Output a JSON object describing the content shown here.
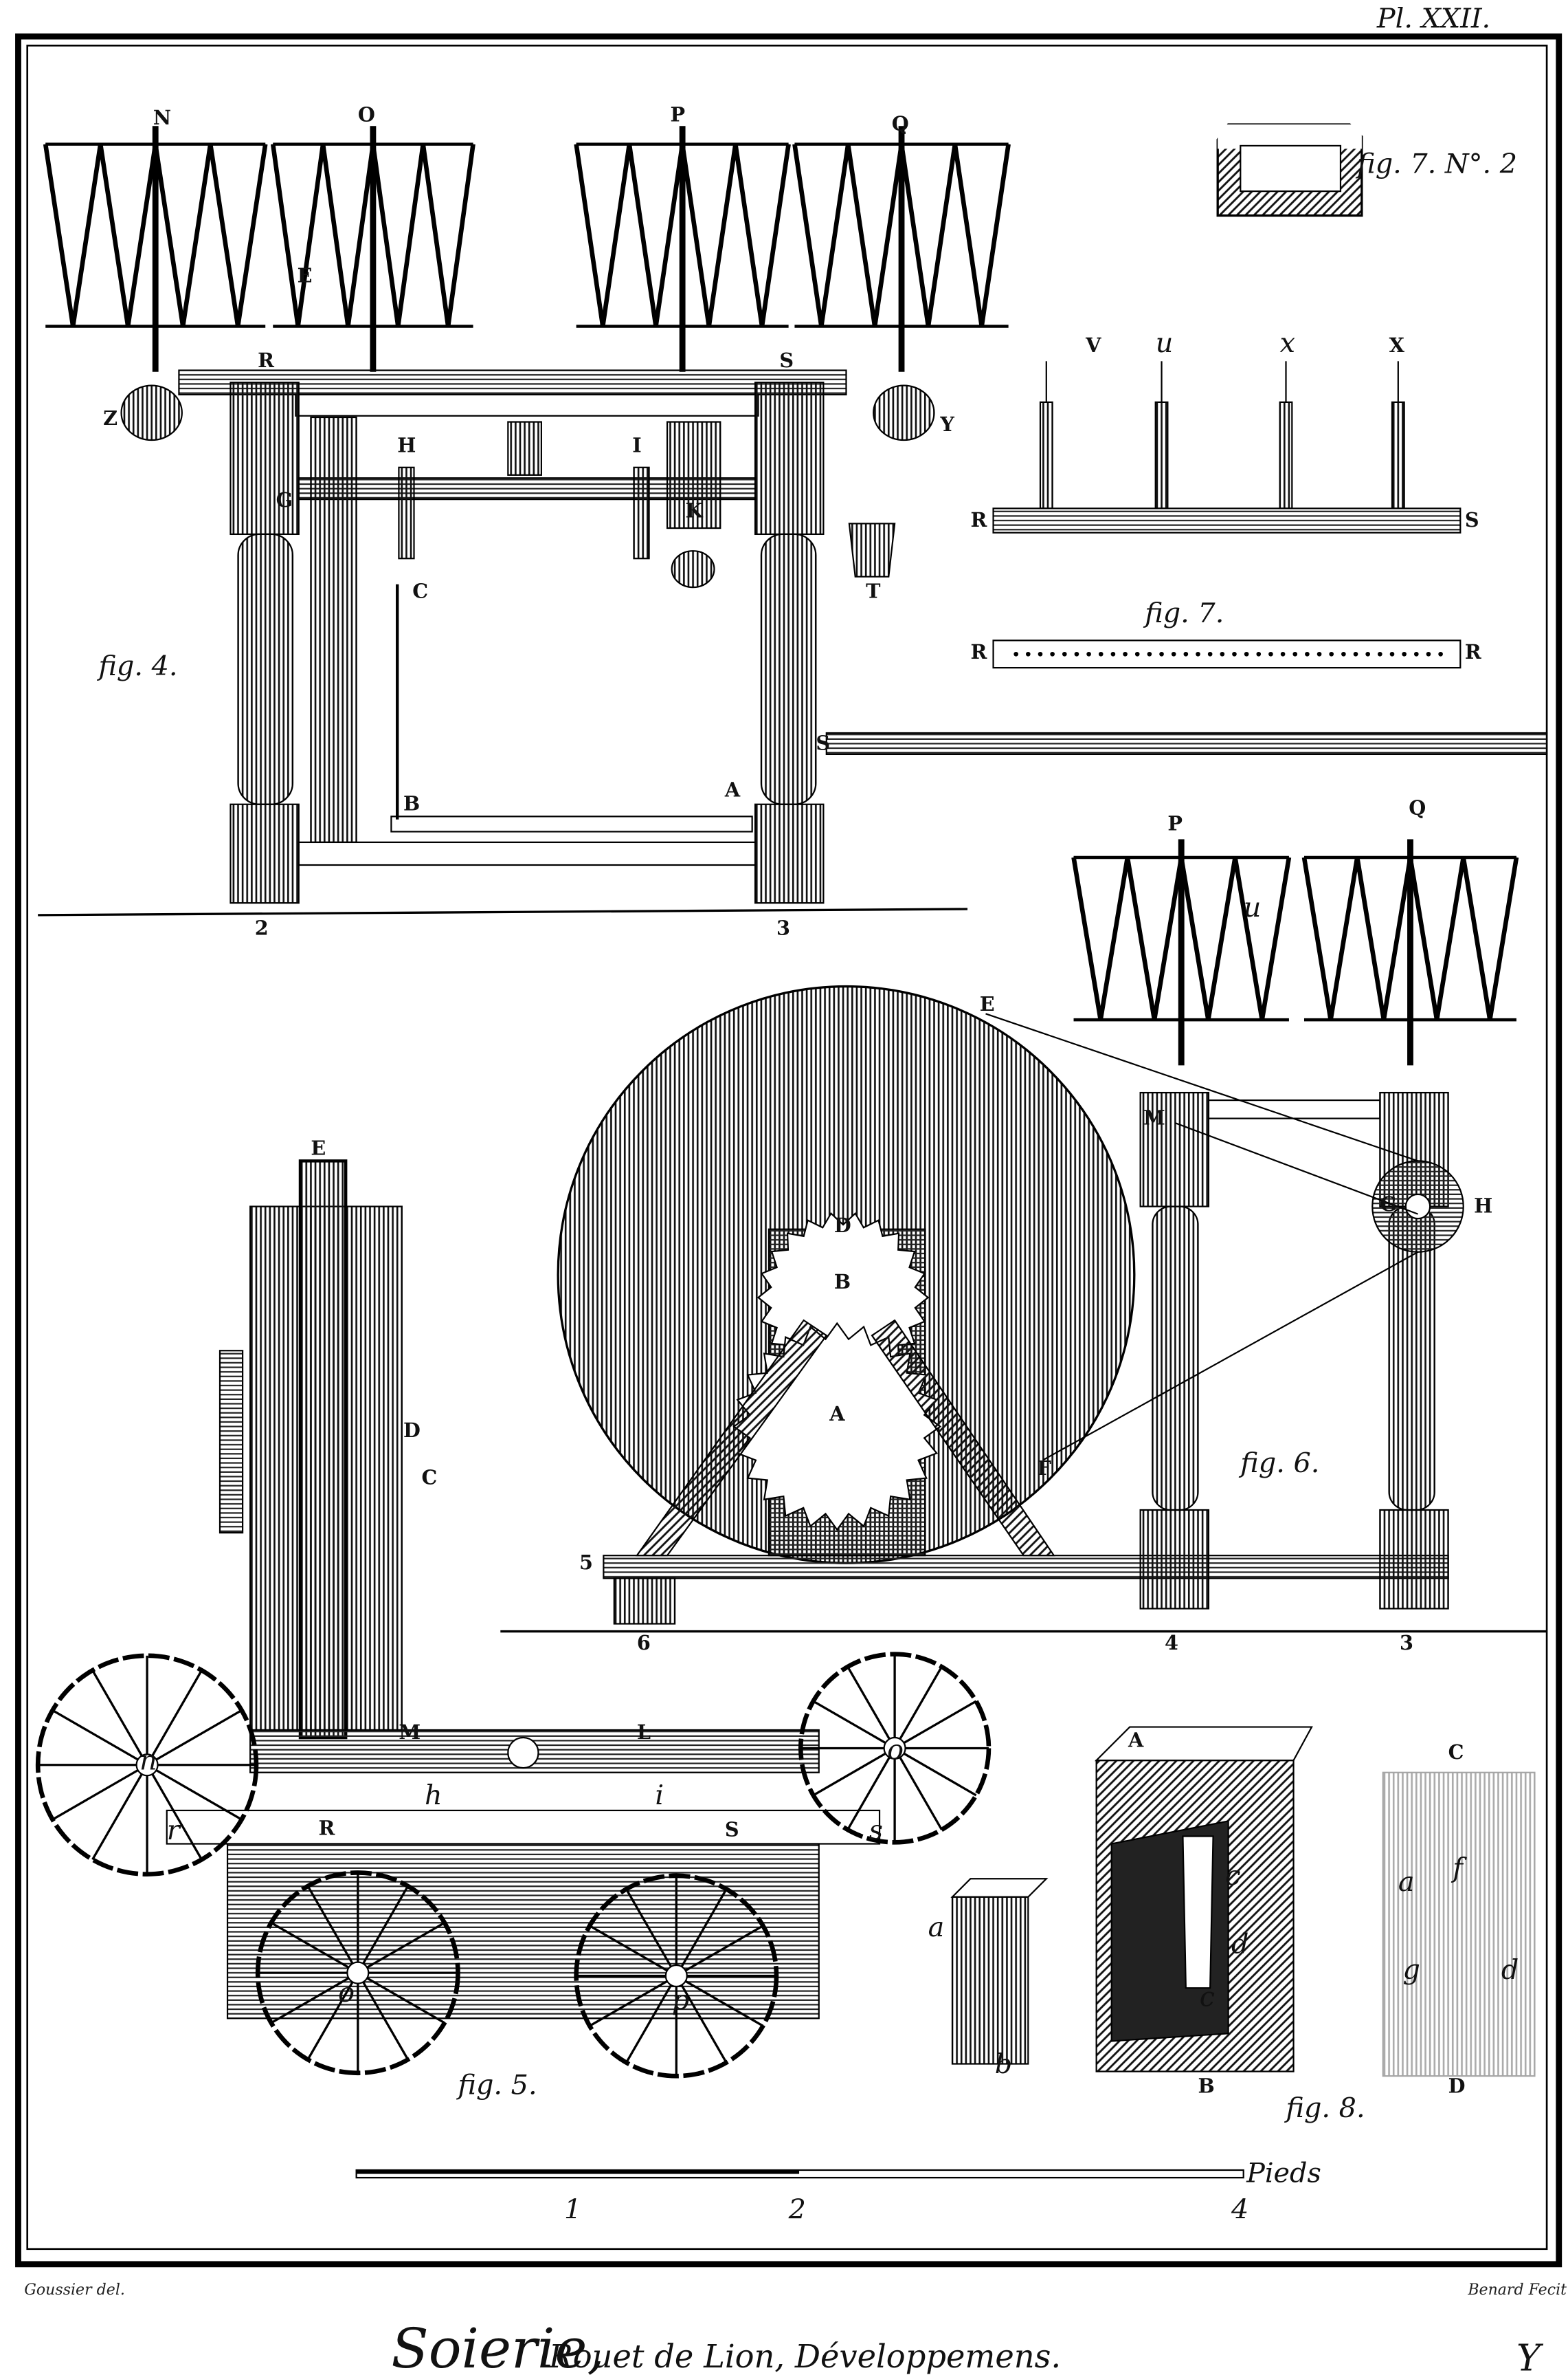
{
  "plate": {
    "plate_number": "Pl. XXII.",
    "title_main": "Soierie,",
    "title_rest": "Rouet de Lion, Développemens.",
    "letter": "Y",
    "draughtsman": "Goussier del.",
    "engraver": "Benard Fecit"
  },
  "captions": {
    "fig4": "fig. 4.",
    "fig5": "fig. 5.",
    "fig6": "fig. 6.",
    "fig7": "fig. 7.",
    "fig7no2": "fig. 7. N°. 2",
    "fig8": "fig. 8."
  },
  "fig4_labels": [
    "N",
    "O",
    "P",
    "Q",
    "E",
    "R",
    "S",
    "Z",
    "Y",
    "H",
    "I",
    "G",
    "K",
    "C",
    "T",
    "B",
    "A",
    "2",
    "3"
  ],
  "fig7_labels": [
    "R",
    "V",
    "u",
    "x",
    "X",
    "R",
    "S",
    "R",
    "S",
    "r"
  ],
  "fig6_labels": [
    "E",
    "D",
    "B",
    "A",
    "F",
    "M",
    "G",
    "H",
    "P",
    "Q",
    "u",
    "5",
    "6",
    "4",
    "3"
  ],
  "fig5_labels": [
    "E",
    "D",
    "C",
    "M",
    "L",
    "n",
    "o",
    "R",
    "S",
    "h",
    "i",
    "r",
    "s",
    "o",
    "p"
  ],
  "fig8_labels": [
    "a",
    "b",
    "A",
    "c",
    "d",
    "c",
    "B",
    "C",
    "a",
    "f",
    "g",
    "d",
    "D"
  ],
  "scale": {
    "unit": "Pieds",
    "ticks": [
      "1",
      "2",
      "4"
    ]
  }
}
